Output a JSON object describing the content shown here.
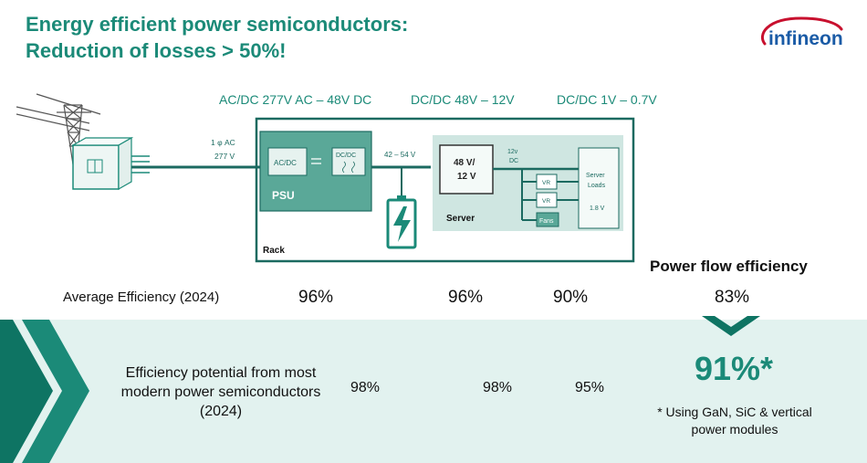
{
  "title": {
    "line1": "Energy efficient power semiconductors:",
    "line2": "Reduction of losses > 50%!"
  },
  "logo": {
    "text": "infineon",
    "color": "#c8102e"
  },
  "stages": [
    {
      "label": "AC/DC 277V AC – 48V DC"
    },
    {
      "label": "DC/DC 48V – 12V"
    },
    {
      "label": "DC/DC 1V – 0.7V"
    }
  ],
  "diagram": {
    "grid_input": {
      "line1": "1 φ AC",
      "line2": "277 V"
    },
    "psu": {
      "title": "PSU",
      "acdc": "AC/DC",
      "dcdc": "DC/DC"
    },
    "bus_voltage": "42 – 54 V",
    "server": {
      "title": "Server",
      "converter": {
        "line1": "48 V/",
        "line2": "12 V"
      },
      "bus12": {
        "line1": "12v",
        "line2": "DC"
      },
      "vr1": "VR",
      "vr2": "VR",
      "fans": "Fans",
      "loads": {
        "line1": "Server",
        "line2": "Loads",
        "voltage": "1.8 V"
      }
    },
    "rack": "Rack"
  },
  "average": {
    "label": "Average Efficiency (2024)",
    "values": [
      "96%",
      "96%",
      "90%",
      "83%"
    ]
  },
  "power_flow_label": "Power flow efficiency",
  "potential": {
    "label": "Efficiency potential from most modern power semiconductors (2024)",
    "values": [
      "98%",
      "98%",
      "95%"
    ],
    "total": "91%*",
    "note": "* Using GaN, SiC & vertical power modules"
  },
  "colors": {
    "brand_teal": "#1b8a78",
    "psu_green": "#5aa898",
    "server_bg": "#cfe6e1",
    "band_bg": "#e2f2ef",
    "chevron_dark": "#0e7463"
  }
}
